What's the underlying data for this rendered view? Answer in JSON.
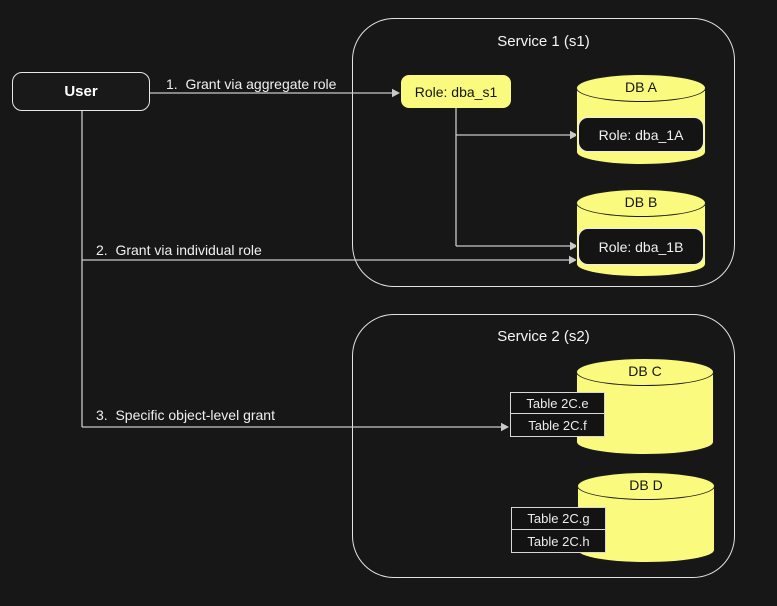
{
  "colors": {
    "background": "#171717",
    "wire": "#c9c9c9",
    "cylinder_fill": "#fafa7e",
    "node_border": "#e8e8e8"
  },
  "user": {
    "label": "User"
  },
  "edges": {
    "grant1": "1.  Grant via aggregate role",
    "grant2": "2.  Grant via individual role",
    "grant3": "3.  Specific object-level grant"
  },
  "service1": {
    "title": "Service 1 (s1)",
    "aggregate_role": "Role: dba_s1",
    "db_a": {
      "name": "DB A",
      "role": "Role: dba_1A"
    },
    "db_b": {
      "name": "DB B",
      "role": "Role: dba_1B"
    }
  },
  "service2": {
    "title": "Service 2 (s2)",
    "db_c": {
      "name": "DB C",
      "tables": [
        "Table 2C.e",
        "Table 2C.f"
      ]
    },
    "db_d": {
      "name": "DB D",
      "tables": [
        "Table 2C.g",
        "Table 2C.h"
      ]
    }
  }
}
